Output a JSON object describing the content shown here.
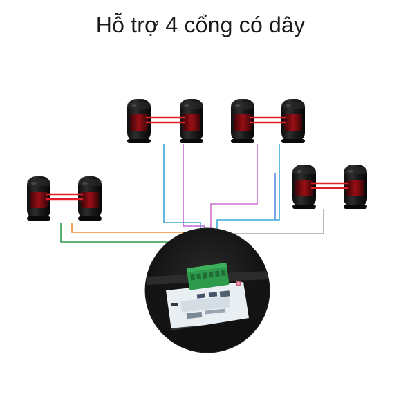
{
  "title": "Hỗ trợ 4 cổng có dây",
  "colors": {
    "beam": "#e0212b",
    "sensor_body": "#1b1b1b",
    "wire_teal": "#3aa9d0",
    "wire_magenta": "#d070d0",
    "wire_orange": "#f08a30",
    "wire_green": "#2f9a4f",
    "wire_gray": "#a8a8a8",
    "wire_blue": "#5b8fe0",
    "terminal_block": "#2e9a4c",
    "pcb": "#e8eef2"
  },
  "sensor_pairs": [
    {
      "name": "detector-pair-1",
      "beam_count": 2
    },
    {
      "name": "detector-pair-2",
      "beam_count": 2
    },
    {
      "name": "detector-pair-3",
      "beam_count": 2
    },
    {
      "name": "detector-pair-4",
      "beam_count": 2
    }
  ],
  "panel": {
    "label": "control-panel",
    "terminal_count": 6
  }
}
